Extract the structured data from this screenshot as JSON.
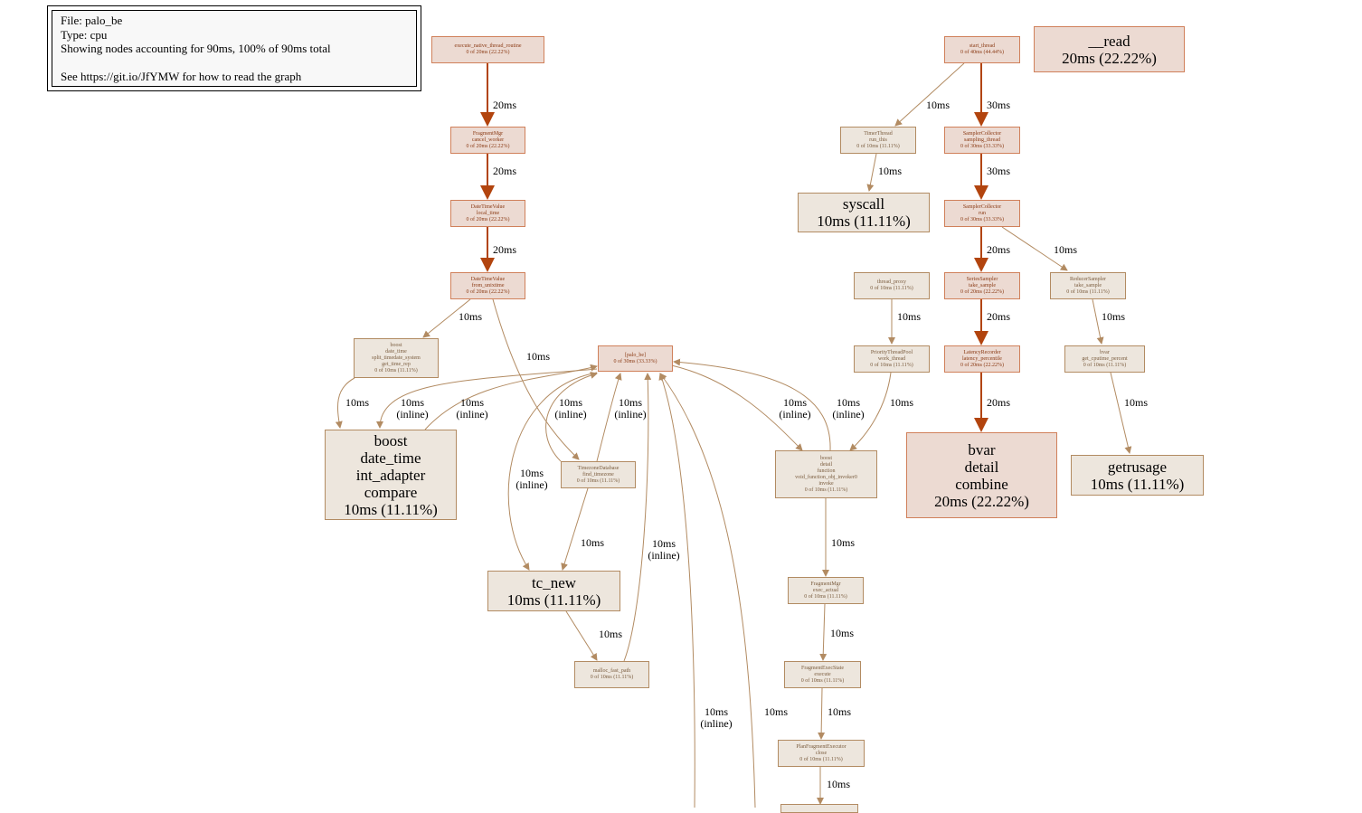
{
  "legend": {
    "lines": [
      "File: palo_be",
      "Type: cpu",
      "Showing nodes accounting for 90ms, 100% of 90ms total",
      "",
      "See https://git.io/JfYMW for how to read the graph"
    ]
  },
  "nodes": [
    {
      "name": "execute-native-thread-routine",
      "lines": [
        "execute_native_thread_routine",
        "0 of 20ms (22.22%)"
      ]
    },
    {
      "name": "fragmentmgr-cancel-worker",
      "lines": [
        "FragmentMgr",
        "cancel_worker",
        "0 of 20ms (22.22%)"
      ]
    },
    {
      "name": "datetimevalue-local-time",
      "lines": [
        "DateTimeValue",
        "local_time",
        "0 of 20ms (22.22%)"
      ]
    },
    {
      "name": "datetimevalue-from-unixtime",
      "lines": [
        "DateTimeValue",
        "from_unixtime",
        "0 of 20ms (22.22%)"
      ]
    },
    {
      "name": "boost-split-timedate-system",
      "lines": [
        "boost",
        "date_time",
        "split_timedate_system",
        "get_time_rep",
        "0 of 10ms (11.11%)"
      ]
    },
    {
      "name": "palo-be",
      "lines": [
        "[palo_be]",
        "0 of 30ms (33.33%)"
      ]
    },
    {
      "name": "boost-int-adapter-compare",
      "lines": [
        "boost",
        "date_time",
        "int_adapter",
        "compare",
        "10ms (11.11%)"
      ]
    },
    {
      "name": "timezonedatabase-find-timezone",
      "lines": [
        "TimezoneDatabase",
        "find_timezone",
        "0 of 10ms (11.11%)"
      ]
    },
    {
      "name": "tc-new",
      "lines": [
        "tc_new",
        "10ms (11.11%)"
      ]
    },
    {
      "name": "malloc-fast-path",
      "lines": [
        "malloc_fast_path",
        "0 of 10ms (11.11%)"
      ]
    },
    {
      "name": "boost-function-invoker",
      "lines": [
        "boost",
        "detail",
        "function",
        "void_function_obj_invoker0",
        "invoke",
        "0 of 10ms (11.11%)"
      ]
    },
    {
      "name": "fragmentmgr-exec-actual",
      "lines": [
        "FragmentMgr",
        "exec_actual",
        "0 of 10ms (11.11%)"
      ]
    },
    {
      "name": "fragmentexecstate-execute",
      "lines": [
        "FragmentExecState",
        "execute",
        "0 of 10ms (11.11%)"
      ]
    },
    {
      "name": "planfragmentexecutor-close",
      "lines": [
        "PlanFragmentExecutor",
        "close",
        "0 of 10ms (11.11%)"
      ]
    },
    {
      "name": "start-thread",
      "lines": [
        "start_thread",
        "0 of 40ms (44.44%)"
      ]
    },
    {
      "name": "read",
      "lines": [
        "__read",
        "20ms (22.22%)"
      ]
    },
    {
      "name": "timerthread-run-this",
      "lines": [
        "TimerThread",
        "run_this",
        "0 of 10ms (11.11%)"
      ]
    },
    {
      "name": "samplercollector-sampling-thread",
      "lines": [
        "SamplerCollector",
        "sampling_thread",
        "0 of 30ms (33.33%)"
      ]
    },
    {
      "name": "syscall",
      "lines": [
        "syscall",
        "10ms (11.11%)"
      ]
    },
    {
      "name": "samplercollector-run",
      "lines": [
        "SamplerCollector",
        "run",
        "0 of 30ms (33.33%)"
      ]
    },
    {
      "name": "thread-proxy",
      "lines": [
        "thread_proxy",
        "0 of 10ms (11.11%)"
      ]
    },
    {
      "name": "seriessampler-take-sample",
      "lines": [
        "SeriesSampler",
        "take_sample",
        "0 of 20ms (22.22%)"
      ]
    },
    {
      "name": "reducersampler-take-sample",
      "lines": [
        "ReducerSampler",
        "take_sample",
        "0 of 10ms (11.11%)"
      ]
    },
    {
      "name": "prioritythreadpool-work-thread",
      "lines": [
        "PriorityThreadPool",
        "work_thread",
        "0 of 10ms (11.11%)"
      ]
    },
    {
      "name": "latencyrecorder-latency-percentile",
      "lines": [
        "LatencyRecorder",
        "latency_percentile",
        "0 of 20ms (22.22%)"
      ]
    },
    {
      "name": "bvar-get-cputime-percent",
      "lines": [
        "bvar",
        "get_cputime_percent",
        "0 of 10ms (11.11%)"
      ]
    },
    {
      "name": "bvar-detail-combine",
      "lines": [
        "bvar",
        "detail",
        "combine",
        "20ms (22.22%)"
      ]
    },
    {
      "name": "getrusage",
      "lines": [
        "getrusage",
        "10ms (11.11%)"
      ]
    }
  ],
  "edge_labels": [
    "20ms",
    "20ms",
    "20ms",
    "10ms",
    "10ms",
    "10ms",
    "10ms\n(inline)",
    "10ms\n(inline)",
    "10ms\n(inline)",
    "10ms\n(inline)",
    "10ms\n(inline)",
    "10ms\n(inline)",
    "10ms",
    "10ms",
    "10ms\n(inline)",
    "10ms",
    "10ms\n(inline)",
    "10ms\n(inline)",
    "10ms",
    "10ms",
    "10ms",
    "10ms",
    "10ms",
    "30ms",
    "10ms",
    "30ms",
    "20ms",
    "10ms",
    "10ms",
    "20ms",
    "10ms",
    "20ms",
    "10ms",
    "10ms"
  ]
}
